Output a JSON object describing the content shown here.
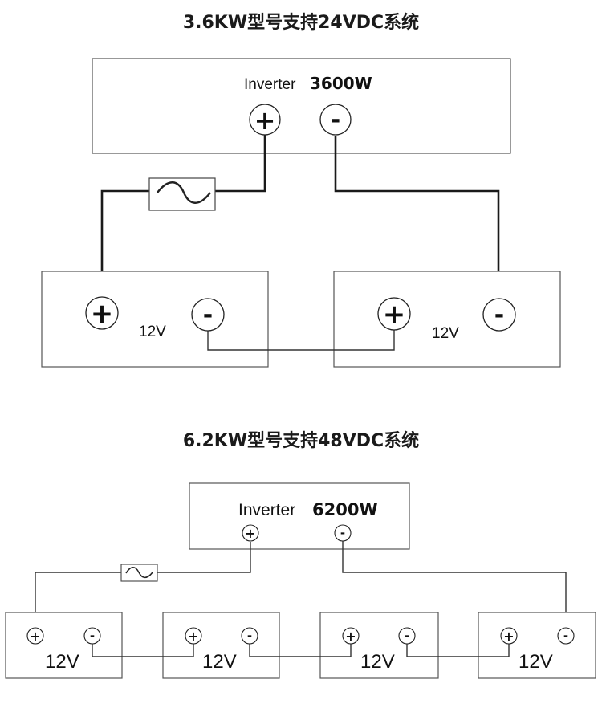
{
  "diagram1": {
    "title": "3.6KW型号支持24VDC系统",
    "inverter_label": "Inverter",
    "inverter_power": "3600W",
    "batteries": [
      {
        "voltage": "12V",
        "pos_symbol": "+",
        "neg_symbol": "-"
      },
      {
        "voltage": "12V",
        "pos_symbol": "+",
        "neg_symbol": "-"
      }
    ],
    "inverter_pos_symbol": "+",
    "inverter_neg_symbol": "-"
  },
  "diagram2": {
    "title": "6.2KW型号支持48VDC系统",
    "inverter_label": "Inverter",
    "inverter_power": "6200W",
    "batteries": [
      {
        "voltage": "12V",
        "pos_symbol": "+",
        "neg_symbol": "-"
      },
      {
        "voltage": "12V",
        "pos_symbol": "+",
        "neg_symbol": "-"
      },
      {
        "voltage": "12V",
        "pos_symbol": "+",
        "neg_symbol": "-"
      },
      {
        "voltage": "12V",
        "pos_symbol": "+",
        "neg_symbol": "-"
      }
    ],
    "inverter_pos_symbol": "+",
    "inverter_neg_symbol": "-"
  }
}
